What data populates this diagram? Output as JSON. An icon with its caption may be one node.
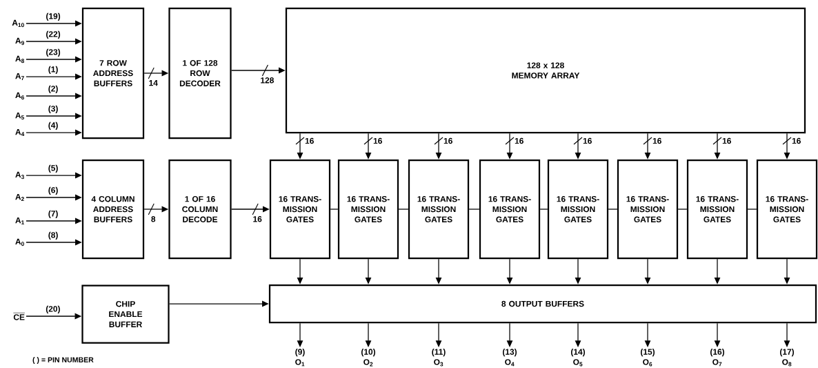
{
  "diagram": {
    "nodes": [
      {
        "text": [
          "A$_{10}$"
        ]
      },
      {
        "text": [
          "A$_{9}$"
        ]
      },
      {
        "text": [
          "A$_{8}$"
        ]
      },
      {
        "text": [
          "A$_{7}$"
        ]
      },
      {
        "text": [
          "A$_{6}$"
        ]
      },
      {
        "text": [
          "A$_{5}$"
        ]
      },
      {
        "text": [
          "A$_{4}$"
        ]
      },
      {
        "text": [
          "7 ROW ADDRESS BUFFERS"
        ]
      },
      {
        "text": [
          "1 OF 128 ROW DECODER"
        ]
      },
      {
        "text": [
          "128 x 128 MEMORY ARRAY"
        ]
      },
      {
        "text": [
          "A$_{3}$"
        ]
      },
      {
        "text": [
          "A$_{2}$"
        ]
      },
      {
        "text": [
          "A$_{1}$"
        ]
      },
      {
        "text": [
          "A$_{0}$"
        ]
      },
      {
        "text": [
          "4 COLUMN ADDRESS BUFFERS"
        ]
      },
      {
        "text": [
          "1 OF 16 COLUMN DECODE"
        ]
      },
      {
        "text": [
          "16 TRANS- MISSION GATES"
        ]
      },
      {
        "text": [
          "16 TRANS- MISSION GATES"
        ]
      },
      {
        "text": [
          "16 TRANS- MISSION GATES"
        ]
      },
      {
        "text": [
          "16 TRANS- MISSION GATES"
        ]
      },
      {
        "text": [
          "16 TRANS- MISSION GATES"
        ]
      },
      {
        "text": [
          "16 TRANS- MISSION GATES"
        ]
      },
      {
        "text": [
          "16 TRANS- MISSION GATES"
        ]
      },
      {
        "text": [
          "16 TRANS- MISSION GATES"
        ]
      },
      {
        "text": [
          "CE"
        ]
      },
      {
        "text": [
          "CHIP ENABLE BUFFER"
        ]
      },
      {
        "text": [
          "8 OUTPUT BUFFERS"
        ]
      },
      {
        "text": [
          "(9)",
          "O$_{1}$"
        ]
      },
      {
        "text": [
          "(10)",
          "O$_{2}$"
        ]
      },
      {
        "text": [
          "(11)",
          "O$_{3}$"
        ]
      },
      {
        "text": [
          "(13)",
          "O$_{4}$"
        ]
      },
      {
        "text": [
          "(14)",
          "O$_{5}$"
        ]
      },
      {
        "text": [
          "(15)",
          "O$_{6}$"
        ]
      },
      {
        "text": [
          "(16)",
          "O$_{7}$"
        ]
      },
      {
        "text": [
          "(17)",
          "O$_{8}$"
        ]
      }
    ],
    "edges": [
      {
        "from": 0,
        "to": 7,
        "arrow": "to",
        "label": "(19)"
      },
      {
        "from": 1,
        "to": 7,
        "arrow": "to",
        "label": "(22)"
      },
      {
        "from": 2,
        "to": 7,
        "arrow": "to",
        "label": "(23)"
      },
      {
        "from": 3,
        "to": 7,
        "arrow": "to",
        "label": "(1)"
      },
      {
        "from": 4,
        "to": 7,
        "arrow": "to",
        "label": "(2)"
      },
      {
        "from": 5,
        "to": 7,
        "arrow": "to",
        "label": "(3)"
      },
      {
        "from": 6,
        "to": 7,
        "arrow": "to",
        "label": "(4)"
      },
      {
        "from": 10,
        "to": 14,
        "arrow": "to",
        "label": "(5)"
      },
      {
        "from": 11,
        "to": 14,
        "arrow": "to",
        "label": "(6)"
      },
      {
        "from": 12,
        "to": 14,
        "arrow": "to",
        "label": "(7)"
      },
      {
        "from": 13,
        "to": 14,
        "arrow": "to",
        "label": "(8)"
      },
      {
        "from": 24,
        "to": 25,
        "arrow": "to",
        "label": "(20)"
      },
      {
        "from": 7,
        "to": 8,
        "arrow": "to",
        "label": "14"
      },
      {
        "from": 8,
        "to": 9,
        "arrow": "to",
        "label": "128"
      },
      {
        "from": 14,
        "to": 15,
        "arrow": "to",
        "label": "8"
      },
      {
        "from": 15,
        "to": 16,
        "arrow": "to",
        "label": "16"
      },
      {
        "from": 9,
        "to": 16,
        "arrow": "to",
        "label": "16"
      },
      {
        "from": 9,
        "to": 17,
        "arrow": "to",
        "label": "16"
      },
      {
        "from": 9,
        "to": 18,
        "arrow": "to",
        "label": "16"
      },
      {
        "from": 9,
        "to": 19,
        "arrow": "to",
        "label": "16"
      },
      {
        "from": 9,
        "to": 20,
        "arrow": "to",
        "label": "16"
      },
      {
        "from": 9,
        "to": 21,
        "arrow": "to",
        "label": "16"
      },
      {
        "from": 9,
        "to": 22,
        "arrow": "to",
        "label": "16"
      },
      {
        "from": 9,
        "to": 23,
        "arrow": "to",
        "label": "16"
      },
      {
        "from": 16,
        "to": 17,
        "arrow": "none"
      },
      {
        "from": 17,
        "to": 18,
        "arrow": "none"
      },
      {
        "from": 18,
        "to": 19,
        "arrow": "none"
      },
      {
        "from": 19,
        "to": 20,
        "arrow": "none"
      },
      {
        "from": 20,
        "to": 21,
        "arrow": "none"
      },
      {
        "from": 21,
        "to": 22,
        "arrow": "none"
      },
      {
        "from": 22,
        "to": 23,
        "arrow": "none"
      },
      {
        "from": 16,
        "to": 26,
        "arrow": "to"
      },
      {
        "from": 17,
        "to": 26,
        "arrow": "to"
      },
      {
        "from": 18,
        "to": 26,
        "arrow": "to"
      },
      {
        "from": 19,
        "to": 26,
        "arrow": "to"
      },
      {
        "from": 20,
        "to": 26,
        "arrow": "to"
      },
      {
        "from": 21,
        "to": 26,
        "arrow": "to"
      },
      {
        "from": 22,
        "to": 26,
        "arrow": "to"
      },
      {
        "from": 23,
        "to": 26,
        "arrow": "to"
      },
      {
        "from": 25,
        "to": 26,
        "arrow": "to"
      },
      {
        "from": 26,
        "to": 27,
        "arrow": "to"
      },
      {
        "from": 26,
        "to": 28,
        "arrow": "to"
      },
      {
        "from": 26,
        "to": 29,
        "arrow": "to"
      },
      {
        "from": 26,
        "to": 30,
        "arrow": "to"
      },
      {
        "from": 26,
        "to": 31,
        "arrow": "to"
      },
      {
        "from": 26,
        "to": 32,
        "arrow": "to"
      },
      {
        "from": 26,
        "to": 33,
        "arrow": "to"
      },
      {
        "from": 26,
        "to": 34,
        "arrow": "to"
      }
    ],
    "labels": [
      "( ) = PIN NUMBER"
    ]
  }
}
